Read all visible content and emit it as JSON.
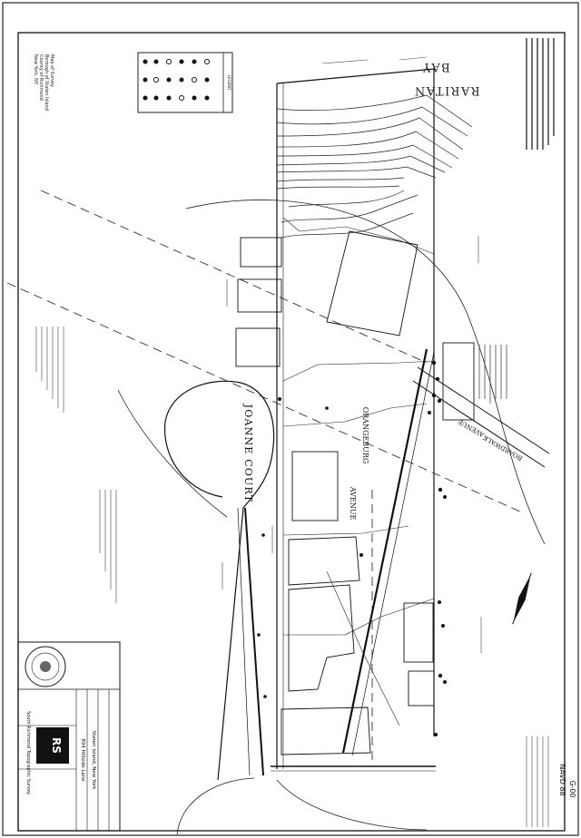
{
  "labels": {
    "bay_word1": "RARITAN",
    "bay_word2": "BAY",
    "street_court": "JOANNE COURT",
    "street_orangeburg": "ORANGEBURG",
    "street_avenue": "AVENUE",
    "street_boardwalk": "BOARDWALK",
    "street_bw_avenue": "AVENUE",
    "datum": "NAVD 88",
    "sheet_no": "G-00",
    "address_line1": "894 Hillside Lane",
    "address_line2": "Staten Island, New York",
    "firm": "South Richmond Topographic Survey"
  },
  "title_block_left": [
    "Map of Survey",
    "Borough of Staten Island",
    "County of Richmond",
    "New York, NY"
  ],
  "legend": {
    "title": "LEGEND"
  },
  "colors": {
    "ink": "#111111",
    "paper": "#ffffff"
  }
}
